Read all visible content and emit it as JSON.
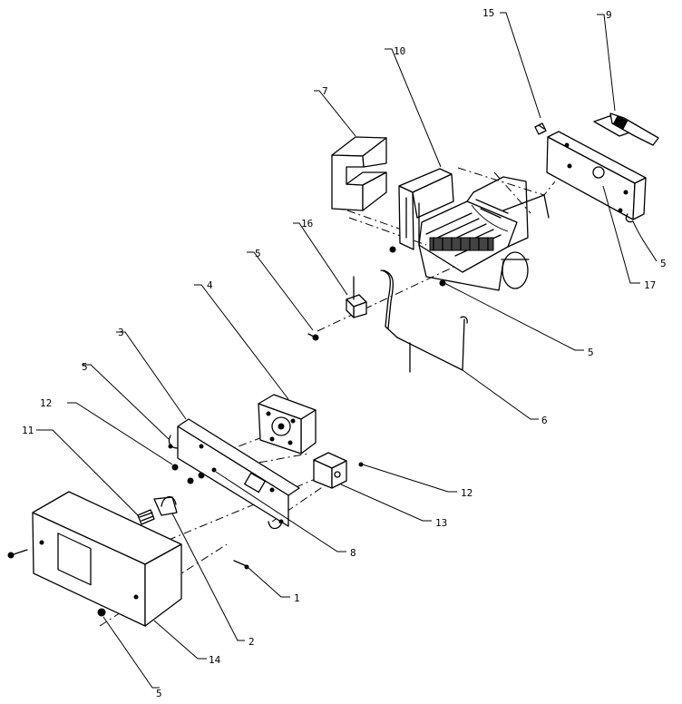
{
  "callouts": {
    "c1": "1",
    "c2": "2",
    "c3": "3",
    "c4": "4",
    "c5_a": "5",
    "c5_b": "5",
    "c5_c": "5",
    "c5_d": "5",
    "c5_e": "5",
    "c6": "6",
    "c7": "7",
    "c8": "8",
    "c9": "9",
    "c10": "10",
    "c11": "11",
    "c12_a": "12",
    "c12_b": "12",
    "c13": "13",
    "c14": "14",
    "c15": "15",
    "c16": "16",
    "c17": "17"
  }
}
